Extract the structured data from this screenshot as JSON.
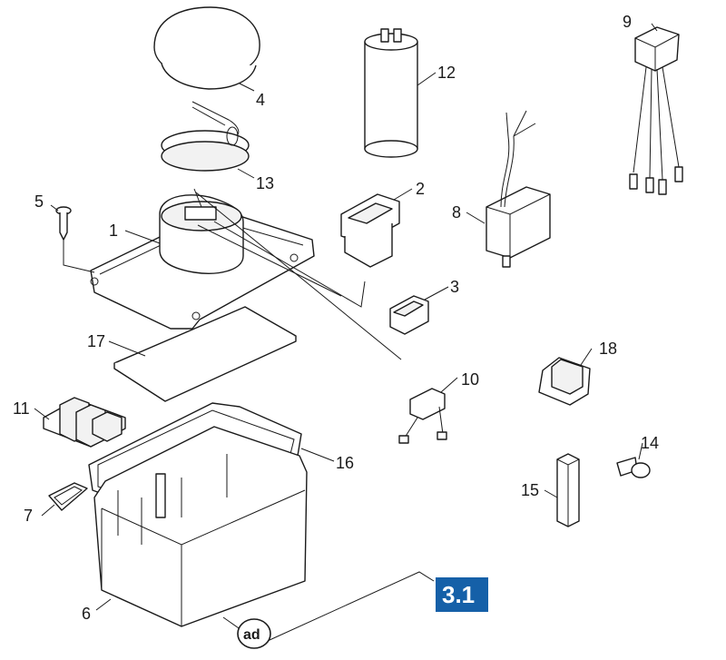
{
  "diagram": {
    "section_badge": "3.1",
    "ad_marker": "ad",
    "accent_color": "#1560a8",
    "callouts": [
      "1",
      "2",
      "3",
      "4",
      "5",
      "6",
      "7",
      "8",
      "9",
      "10",
      "11",
      "12",
      "13",
      "14",
      "15",
      "16",
      "17",
      "18"
    ]
  }
}
